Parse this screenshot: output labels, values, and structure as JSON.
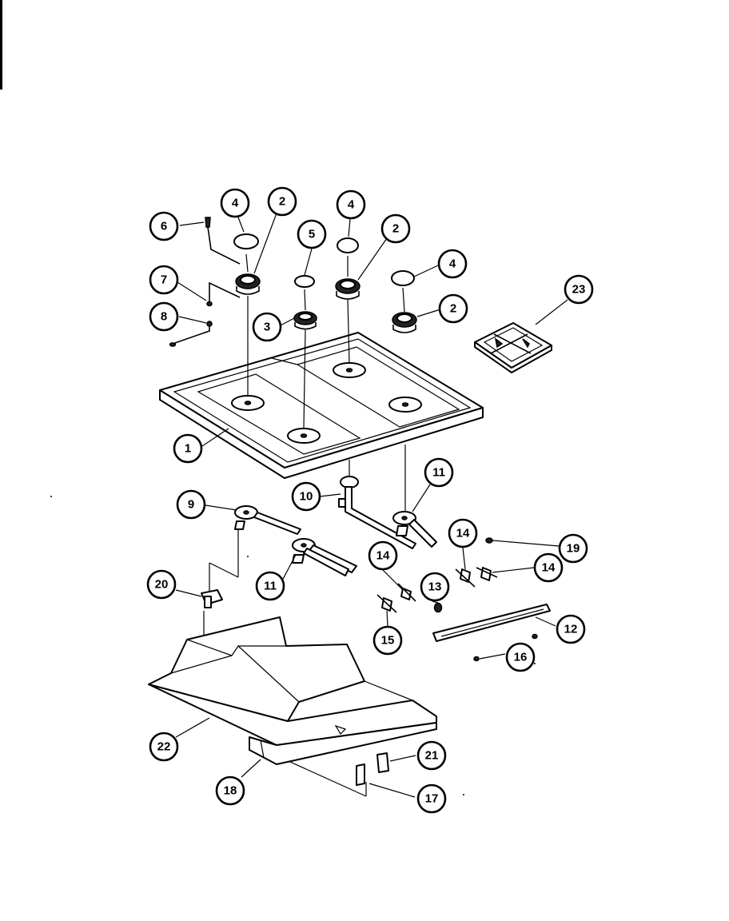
{
  "callouts": [
    {
      "id": "c1",
      "label": "1"
    },
    {
      "id": "c2a",
      "label": "2"
    },
    {
      "id": "c2b",
      "label": "2"
    },
    {
      "id": "c2c",
      "label": "2"
    },
    {
      "id": "c3",
      "label": "3"
    },
    {
      "id": "c4a",
      "label": "4"
    },
    {
      "id": "c4b",
      "label": "4"
    },
    {
      "id": "c4c",
      "label": "4"
    },
    {
      "id": "c5",
      "label": "5"
    },
    {
      "id": "c6",
      "label": "6"
    },
    {
      "id": "c7",
      "label": "7"
    },
    {
      "id": "c8",
      "label": "8"
    },
    {
      "id": "c9",
      "label": "9"
    },
    {
      "id": "c10",
      "label": "10"
    },
    {
      "id": "c11a",
      "label": "11"
    },
    {
      "id": "c11b",
      "label": "11"
    },
    {
      "id": "c12",
      "label": "12"
    },
    {
      "id": "c13",
      "label": "13"
    },
    {
      "id": "c14a",
      "label": "14"
    },
    {
      "id": "c14b",
      "label": "14"
    },
    {
      "id": "c14c",
      "label": "14"
    },
    {
      "id": "c15",
      "label": "15"
    },
    {
      "id": "c16",
      "label": "16"
    },
    {
      "id": "c17",
      "label": "17"
    },
    {
      "id": "c18",
      "label": "18"
    },
    {
      "id": "c19",
      "label": "19"
    },
    {
      "id": "c20",
      "label": "20"
    },
    {
      "id": "c21",
      "label": "21"
    },
    {
      "id": "c22",
      "label": "22"
    },
    {
      "id": "c23",
      "label": "23"
    }
  ]
}
